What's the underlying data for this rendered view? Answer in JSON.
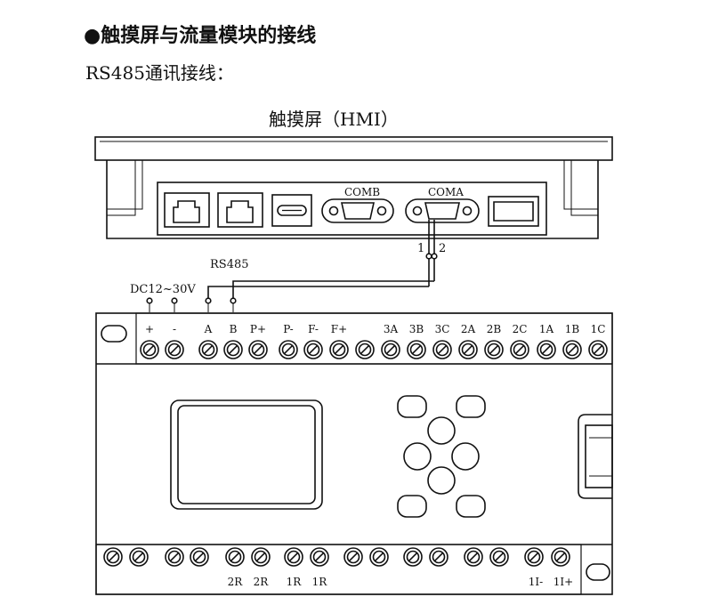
{
  "heading": "●触摸屏与流量模块的接线",
  "subheading": "RS485通讯接线：",
  "hmi": {
    "title": "触摸屏（HMI）",
    "port_comb": "COMB",
    "port_coma": "COMA",
    "pin_1": "1",
    "pin_2": "2"
  },
  "wiring": {
    "rs485": "RS485",
    "power": "DC12~30V"
  },
  "module": {
    "top_terminals": [
      "+",
      "-",
      "A",
      "B",
      "P+",
      "P-",
      "F-",
      "F+",
      "3A",
      "3B",
      "3C",
      "2A",
      "2B",
      "2C",
      "1A",
      "1B",
      "1C"
    ],
    "bottom_labels": [
      "2R",
      "2R",
      "1R",
      "1R",
      "1I-",
      "1I+"
    ]
  }
}
